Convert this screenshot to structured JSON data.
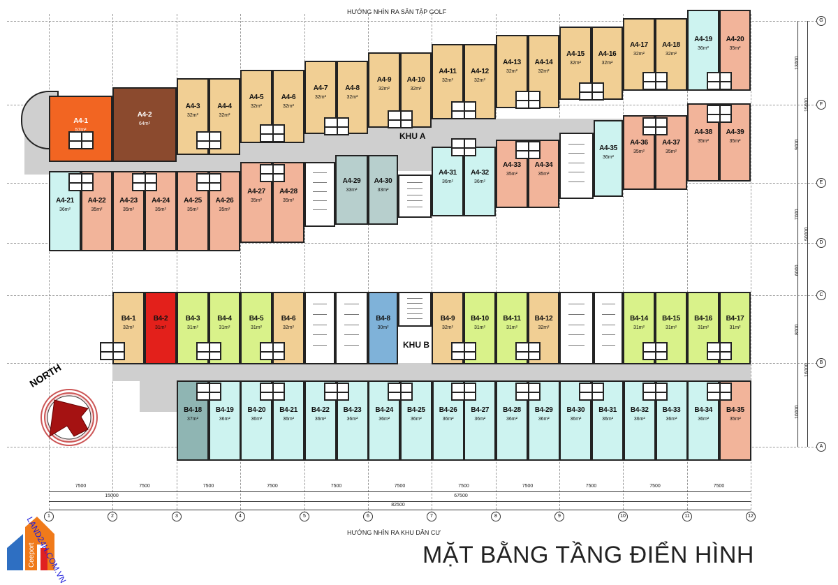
{
  "header": {
    "top_view": "HƯỚNG NHÌN RA SÂN TẬP GOLF",
    "bottom_view": "HƯỚNG NHÌN RA KHU DÂN CƯ"
  },
  "title": "MẶT BẰNG TẦNG ĐIỂN HÌNH",
  "zones": {
    "a": "KHU A",
    "b": "KHU B"
  },
  "compass": {
    "label": "NORTH"
  },
  "logo": {
    "text": "LAND24H.COM.VN",
    "brand": "Ceeport"
  },
  "colors": {
    "orange": "#f26522",
    "brown": "#8b4a2e",
    "tan": "#f1cf94",
    "salmon": "#f2b49a",
    "cyan": "#cdf3f0",
    "teal": "#b7cfcd",
    "green": "#d9f28a",
    "red": "#e3201b",
    "blue": "#7fb2d9",
    "darkteal": "#8fb5b3",
    "corridor": "#cfcfcf"
  },
  "units_a": [
    {
      "label": "A4-1",
      "area": "57m²",
      "color": "orange"
    },
    {
      "label": "A4-2",
      "area": "64m²",
      "color": "brown"
    },
    {
      "label": "A4-3",
      "area": "32m²",
      "color": "tan"
    },
    {
      "label": "A4-4",
      "area": "32m²",
      "color": "tan"
    },
    {
      "label": "A4-5",
      "area": "32m²",
      "color": "tan"
    },
    {
      "label": "A4-6",
      "area": "32m²",
      "color": "tan"
    },
    {
      "label": "A4-7",
      "area": "32m²",
      "color": "tan"
    },
    {
      "label": "A4-8",
      "area": "32m²",
      "color": "tan"
    },
    {
      "label": "A4-9",
      "area": "32m²",
      "color": "tan"
    },
    {
      "label": "A4-10",
      "area": "32m²",
      "color": "tan"
    },
    {
      "label": "A4-11",
      "area": "32m²",
      "color": "tan"
    },
    {
      "label": "A4-12",
      "area": "32m²",
      "color": "tan"
    },
    {
      "label": "A4-13",
      "area": "32m²",
      "color": "tan"
    },
    {
      "label": "A4-14",
      "area": "32m²",
      "color": "tan"
    },
    {
      "label": "A4-15",
      "area": "32m²",
      "color": "tan"
    },
    {
      "label": "A4-16",
      "area": "32m²",
      "color": "tan"
    },
    {
      "label": "A4-17",
      "area": "32m²",
      "color": "tan"
    },
    {
      "label": "A4-18",
      "area": "32m²",
      "color": "tan"
    },
    {
      "label": "A4-19",
      "area": "36m²",
      "color": "cyan"
    },
    {
      "label": "A4-20",
      "area": "35m²",
      "color": "salmon"
    },
    {
      "label": "A4-21",
      "area": "36m²",
      "color": "cyan"
    },
    {
      "label": "A4-22",
      "area": "35m²",
      "color": "salmon"
    },
    {
      "label": "A4-23",
      "area": "35m²",
      "color": "salmon"
    },
    {
      "label": "A4-24",
      "area": "35m²",
      "color": "salmon"
    },
    {
      "label": "A4-25",
      "area": "35m²",
      "color": "salmon"
    },
    {
      "label": "A4-26",
      "area": "35m²",
      "color": "salmon"
    },
    {
      "label": "A4-27",
      "area": "35m²",
      "color": "salmon"
    },
    {
      "label": "A4-28",
      "area": "35m²",
      "color": "salmon"
    },
    {
      "label": "A4-29",
      "area": "33m²",
      "color": "teal"
    },
    {
      "label": "A4-30",
      "area": "33m²",
      "color": "teal"
    },
    {
      "label": "A4-31",
      "area": "36m²",
      "color": "cyan"
    },
    {
      "label": "A4-32",
      "area": "36m²",
      "color": "cyan"
    },
    {
      "label": "A4-33",
      "area": "35m²",
      "color": "salmon"
    },
    {
      "label": "A4-34",
      "area": "35m²",
      "color": "salmon"
    },
    {
      "label": "A4-35",
      "area": "36m²",
      "color": "cyan"
    },
    {
      "label": "A4-36",
      "area": "35m²",
      "color": "salmon"
    },
    {
      "label": "A4-37",
      "area": "35m²",
      "color": "salmon"
    },
    {
      "label": "A4-38",
      "area": "35m²",
      "color": "salmon"
    },
    {
      "label": "A4-39",
      "area": "35m²",
      "color": "salmon"
    }
  ],
  "units_b": [
    {
      "label": "B4-1",
      "area": "32m²",
      "color": "tan"
    },
    {
      "label": "B4-2",
      "area": "31m²",
      "color": "red"
    },
    {
      "label": "B4-3",
      "area": "31m²",
      "color": "green"
    },
    {
      "label": "B4-4",
      "area": "31m²",
      "color": "green"
    },
    {
      "label": "B4-5",
      "area": "31m²",
      "color": "green"
    },
    {
      "label": "B4-6",
      "area": "32m²",
      "color": "tan"
    },
    {
      "label": "B4-8",
      "area": "30m²",
      "color": "blue"
    },
    {
      "label": "B4-9",
      "area": "32m²",
      "color": "tan"
    },
    {
      "label": "B4-10",
      "area": "31m²",
      "color": "green"
    },
    {
      "label": "B4-11",
      "area": "31m²",
      "color": "green"
    },
    {
      "label": "B4-12",
      "area": "32m²",
      "color": "tan"
    },
    {
      "label": "B4-14",
      "area": "31m²",
      "color": "green"
    },
    {
      "label": "B4-15",
      "area": "31m²",
      "color": "green"
    },
    {
      "label": "B4-16",
      "area": "31m²",
      "color": "green"
    },
    {
      "label": "B4-17",
      "area": "31m²",
      "color": "green"
    },
    {
      "label": "B4-18",
      "area": "37m²",
      "color": "darkteal"
    },
    {
      "label": "B4-19",
      "area": "36m²",
      "color": "cyan"
    },
    {
      "label": "B4-20",
      "area": "36m²",
      "color": "cyan"
    },
    {
      "label": "B4-21",
      "area": "36m²",
      "color": "cyan"
    },
    {
      "label": "B4-22",
      "area": "36m²",
      "color": "cyan"
    },
    {
      "label": "B4-23",
      "area": "36m²",
      "color": "cyan"
    },
    {
      "label": "B4-24",
      "area": "36m²",
      "color": "cyan"
    },
    {
      "label": "B4-25",
      "area": "36m²",
      "color": "cyan"
    },
    {
      "label": "B4-26",
      "area": "36m²",
      "color": "cyan"
    },
    {
      "label": "B4-27",
      "area": "36m²",
      "color": "cyan"
    },
    {
      "label": "B4-28",
      "area": "36m²",
      "color": "cyan"
    },
    {
      "label": "B4-29",
      "area": "36m²",
      "color": "cyan"
    },
    {
      "label": "B4-30",
      "area": "36m²",
      "color": "cyan"
    },
    {
      "label": "B4-31",
      "area": "36m²",
      "color": "cyan"
    },
    {
      "label": "B4-32",
      "area": "36m²",
      "color": "cyan"
    },
    {
      "label": "B4-33",
      "area": "36m²",
      "color": "cyan"
    },
    {
      "label": "B4-34",
      "area": "36m²",
      "color": "cyan"
    },
    {
      "label": "B4-35",
      "area": "35m²",
      "color": "salmon"
    }
  ],
  "dimensions": {
    "bays": [
      "7500",
      "7500",
      "7500",
      "7500",
      "7500",
      "7500",
      "7500",
      "7500",
      "7500",
      "7500",
      "7500"
    ],
    "sub_total_left": "15000",
    "sub_total_right": "67500",
    "total": "82500",
    "vertical": [
      "13000",
      "15000",
      "9000",
      "7000",
      "50000",
      "6000",
      "8000",
      "16000",
      "10000"
    ]
  },
  "grid_columns": [
    "1",
    "2",
    "3",
    "4",
    "5",
    "6",
    "7",
    "8",
    "9",
    "10",
    "11",
    "12"
  ],
  "grid_rows": [
    "G",
    "F",
    "E",
    "D",
    "C",
    "B",
    "A"
  ]
}
